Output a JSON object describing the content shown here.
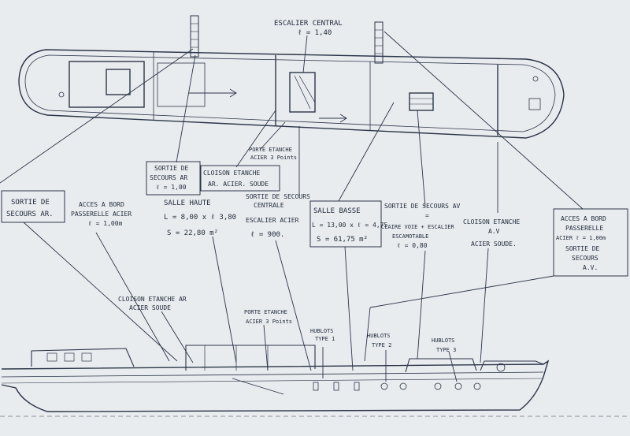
{
  "colors": {
    "paper": "#e9ecef",
    "ink": "#2b3548",
    "text": "#1e2a3a"
  },
  "labels": {
    "escalier_central": [
      "ESCALIER CENTRAL",
      "ℓ = 1,40"
    ],
    "porte_etanche_top": [
      "PORTE ETANCHE",
      "ACIER 3 Points"
    ],
    "sortie_secours_ar_top": [
      "SORTIE DE",
      "SECOURS AR",
      "ℓ = 1,00"
    ],
    "cloison_etanche_ar_top": [
      "CLOISON ETANCHE",
      "AR. ACIER. SOUDE"
    ],
    "sortie_secours_centrale": [
      "SORTIE DE SECOURS",
      "CENTRALE"
    ],
    "sortie_secours_ar_left": [
      "SORTIE DE",
      "SECOURS AR."
    ],
    "acces_bord_ar": [
      "ACCES A BORD",
      "PASSERELLE ACIER",
      "ℓ = 1,00m"
    ],
    "salle_haute": [
      "SALLE HAUTE",
      "L = 8,00 x ℓ 3,80",
      "S = 22,80 m²"
    ],
    "escalier_acier": [
      "ESCALIER ACIER",
      "ℓ = 900."
    ],
    "salle_basse": [
      "SALLE BASSE",
      "L = 13,00 x ℓ = 4,75",
      "S = 61,75 m²"
    ],
    "sortie_secours_av": [
      "SORTIE DE SECOURS AV",
      "=",
      "CLAIRE VOIE + ESCALIER",
      "ESCAMOTABLE",
      "ℓ = 0,80"
    ],
    "cloison_etanche_av": [
      "CLOISON ETANCHE",
      "A.V",
      "ACIER SOUDE."
    ],
    "acces_bord_av": [
      "ACCES A BORD",
      "PASSERELLE",
      "ACIER ℓ = 1,00m",
      "SORTIE DE",
      "SECOURS",
      "A.V."
    ],
    "cloison_etanche_ar_bottom": [
      "CLOISON ETANCHE AR",
      "ACIER SOUDE"
    ],
    "porte_etanche_bottom": [
      "PORTE ETANCHE",
      "ACIER 3 Points"
    ],
    "hublots_1": [
      "HUBLOTS",
      "TYPE 1"
    ],
    "hublots_2": [
      "HUBLOTS",
      "TYPE 2"
    ],
    "hublots_3": [
      "HUBLOTS",
      "TYPE 3"
    ]
  }
}
